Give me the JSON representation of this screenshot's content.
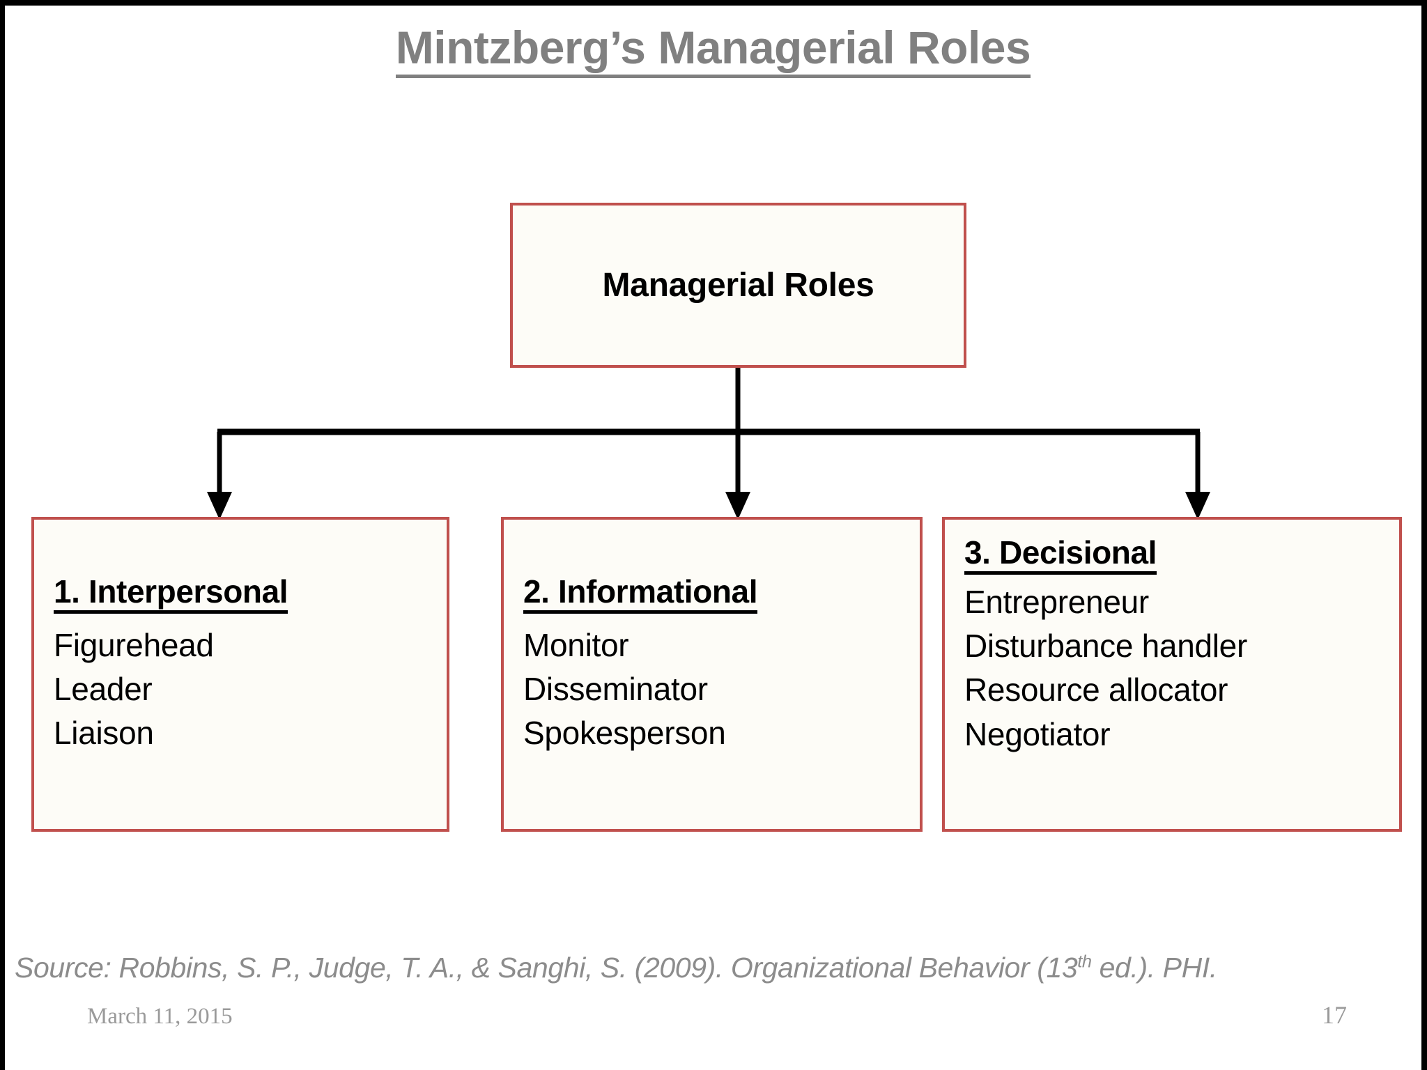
{
  "slide": {
    "title": "Mintzberg’s Managerial Roles",
    "accent_color": "#C0504D",
    "title_color": "#808080",
    "box_fill": "#FDFCF7",
    "connector_color": "#000000",
    "background": "#FFFFFF"
  },
  "diagram": {
    "type": "hierarchy",
    "root": {
      "label": "Managerial Roles"
    },
    "children": [
      {
        "heading": "1. Interpersonal",
        "items": [
          "Figurehead",
          "Leader",
          "Liaison"
        ]
      },
      {
        "heading": "2. Informational",
        "items": [
          "Monitor",
          "Disseminator",
          "Spokesperson"
        ]
      },
      {
        "heading": "3. Decisional",
        "items": [
          "Entrepreneur",
          "Disturbance handler",
          "Resource allocator",
          "Negotiator"
        ]
      }
    ]
  },
  "footer": {
    "source_prefix": "Source:  Robbins, S. P., Judge, T. A., & Sanghi, S. (2009). Organizational Behavior (13",
    "source_sup": "th",
    "source_suffix": " ed.). PHI.",
    "date": "March 11, 2015",
    "page_number": "17"
  }
}
